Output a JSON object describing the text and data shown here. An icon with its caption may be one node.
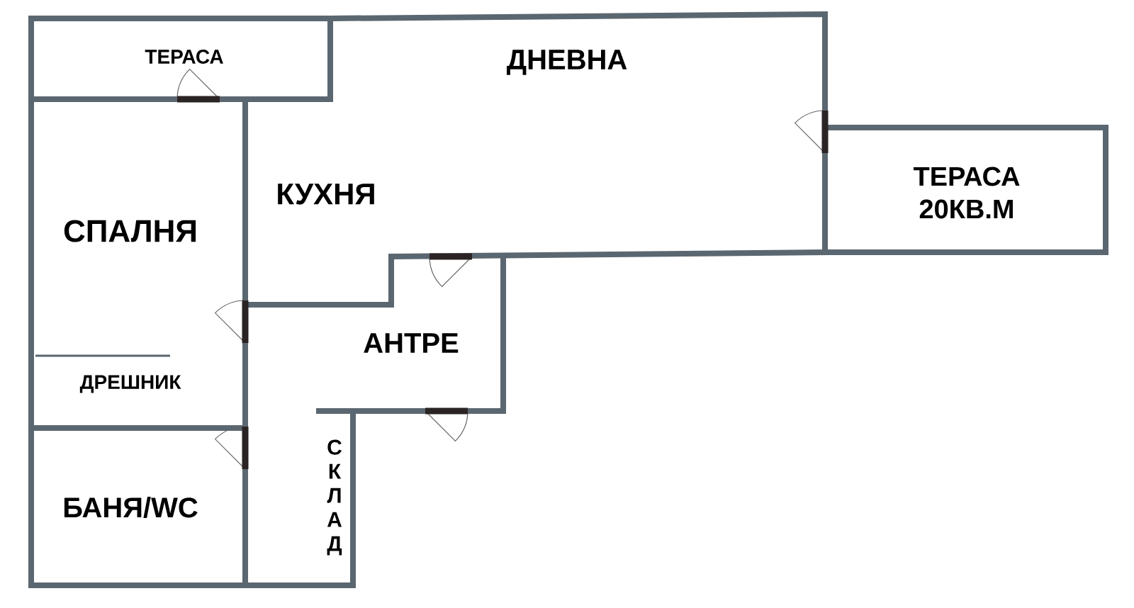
{
  "diagram": {
    "labels": [
      "ТЕРАСА",
      "ДНЕВНА",
      "КУХНЯ",
      "ТЕРАСА 20КВ.М",
      "СПАЛНЯ",
      "АНТРЕ",
      "ДРЕШНИК",
      "БАНЯ/WC",
      "СКЛАД"
    ]
  }
}
